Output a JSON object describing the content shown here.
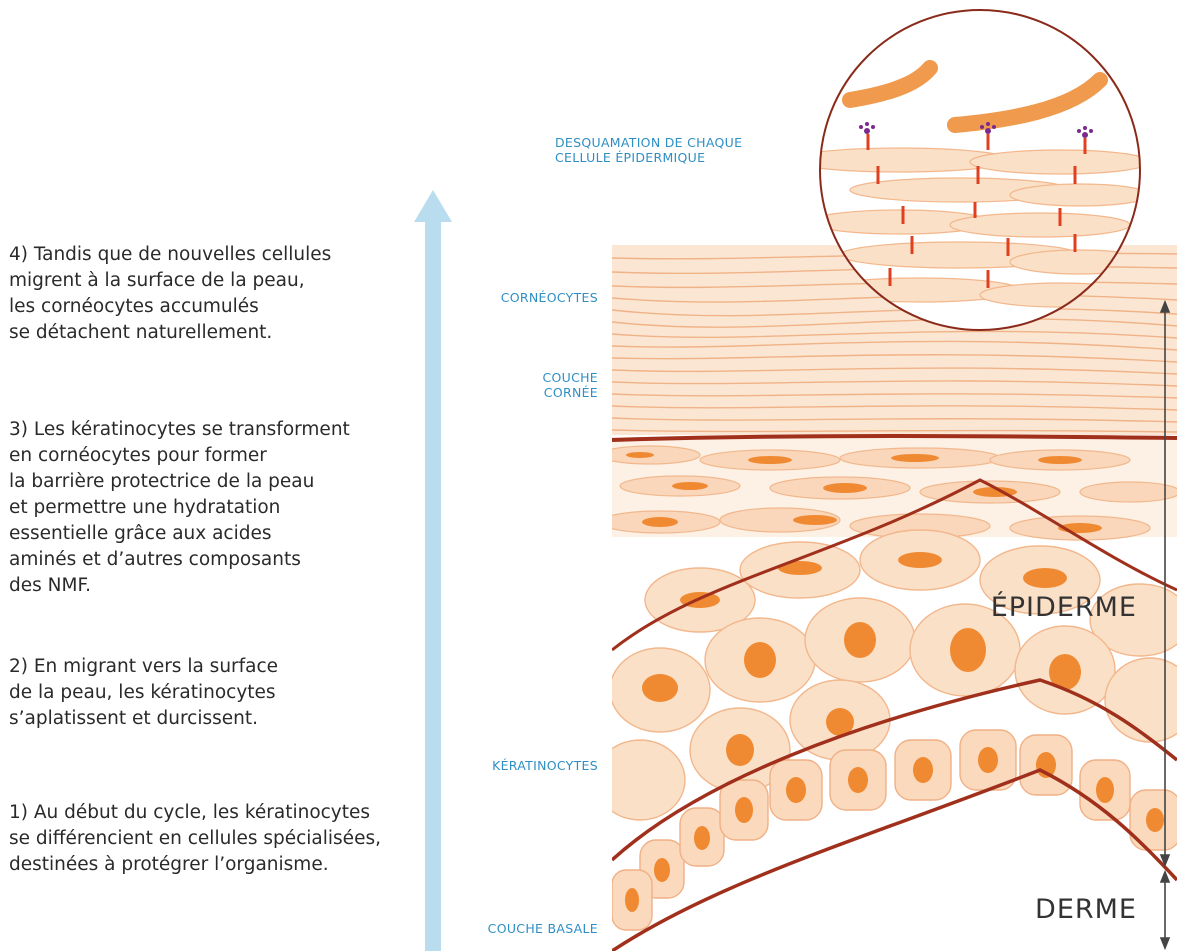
{
  "steps": {
    "step4": "4) Tandis que de nouvelles cellules\nmigrent à la surface de la peau,\nles cornéocytes accumulés\nse détachent naturellement.",
    "step3": "3) Les kératinocytes se transforment\nen cornéocytes pour former\nla barrière protectrice de la peau\net permettre une hydratation\nessentielle grâce aux acides\naminés et d’autres composants\ndes NMF.",
    "step2": "2) En migrant vers la surface\nde la peau, les kératinocytes\ns’aplatissent et durcissent.",
    "step1": "1) Au début du cycle, les kératinocytes\nse différencient en cellules spécialisées,\ndestinées à protégrer l’organisme."
  },
  "labels": {
    "desquamation": "DESQUAMATION DE CHAQUE\nCELLULE ÉPIDERMIQUE",
    "corneocytes": "CORNÉOCYTES",
    "couche_cornee": "COUCHE\nCORNÉE",
    "keratinocytes": "KÉRATINOCYTES",
    "couche_basale": "COUCHE BASALE",
    "epiderme": "ÉPIDERME",
    "derme": "DERME"
  },
  "colors": {
    "arrow": "#b9dcef",
    "label_blue": "#2f8fc4",
    "cell_fill": "#fbe0c8",
    "cell_stroke": "#f2b78c",
    "nucleus": "#f08a32",
    "membrane": "#a0301c"
  }
}
